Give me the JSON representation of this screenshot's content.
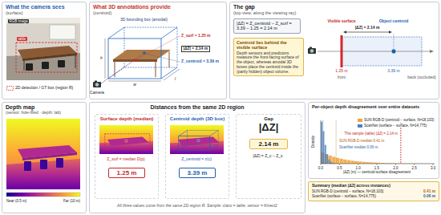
{
  "diagram": {
    "nodes": [
      {
        "text": [
          "What the camera sees",
          "(surface)"
        ]
      },
      {
        "text": [
          "What 3D annotations provide",
          "(centroid)"
        ]
      },
      {
        "text": [
          "The gap",
          "(top view, along the viewing ray)"
        ]
      },
      {
        "text": [
          "|ΔZ| = Z_centroid − Z_surf = 3.39 − 1.25 = 2.14 m"
        ],
        "in": 2
      },
      {
        "text": [
          "Centroid lies behind the visible surface",
          "Depth sensors and predictors measure the front-facing surface of the object, whereas amodal 3D boxes place the centroid inside the (partly hidden) object volume."
        ],
        "in": 2
      },
      {
        "text": [
          "Depth map",
          "(sensor: hole-filled · depth: lab)"
        ]
      },
      {
        "text": [
          "Distances from the same 2D region"
        ]
      },
      {
        "text": [
          "Surface depth (median)"
        ],
        "in": 6
      },
      {
        "text": [
          "1.25 m"
        ],
        "in": 7
      },
      {
        "text": [
          "Centroid depth (3D box)"
        ],
        "in": 6
      },
      {
        "text": [
          "3.39 m"
        ],
        "in": 9
      },
      {
        "text": [
          "Gap",
          "|ΔZ|"
        ],
        "in": 6
      },
      {
        "text": [
          "2.14 m"
        ],
        "in": 11
      },
      {
        "text": [
          "Per-object depth disagreement over entire datasets"
        ]
      },
      {
        "text": [
          "Summary (median |ΔZ| across instances)",
          "SUN RGB-D (centroid − surface, N=18,103)",
          "0.41 m",
          "ScanNet (surface − surface, N=14,775)",
          "0.06 m"
        ]
      }
    ],
    "labels": [
      "RGB image",
      "table",
      "3D bounding box (amodal)",
      "Z_surf = 1.25 m",
      "|ΔZ| = 2.14 m",
      "Z_centroid = 3.39 m",
      "h",
      "w",
      "l",
      "Camera",
      "Visible surface",
      "Object centroid",
      "|ΔZ| = 2.14 m",
      "1.25 m",
      "3.39 m",
      "front",
      "back (occluded)",
      "Near (0.5 m)",
      "Far (10 m)",
      "Z_surf = median D(p)",
      "Z_centroid = z(c)",
      "|ΔZ| = Z_c − Z_s",
      "All three values come from the same 2D region R. Sample: class = table, sensor = Kinect2",
      "This sample (table) |ΔZ| = 2.14 m",
      "SUN RGB-D median 0.41 m",
      "ScanNet median 0.06 m",
      "0.0",
      "0.5",
      "1.0",
      "1.5",
      "2.0",
      "2.5",
      "3.0",
      "|ΔZ| (m) — centroid-surface disagreement",
      "Density"
    ],
    "legend": [
      {
        "text": "2D detection / GT box (region R)"
      },
      {
        "text": "SUN RGB-D (centroid − surface, N=18,103)",
        "color": "#f2a33a"
      },
      {
        "text": "ScanNet (surface − surface, N=14,775)",
        "color": "#4f7fc0"
      }
    ]
  }
}
